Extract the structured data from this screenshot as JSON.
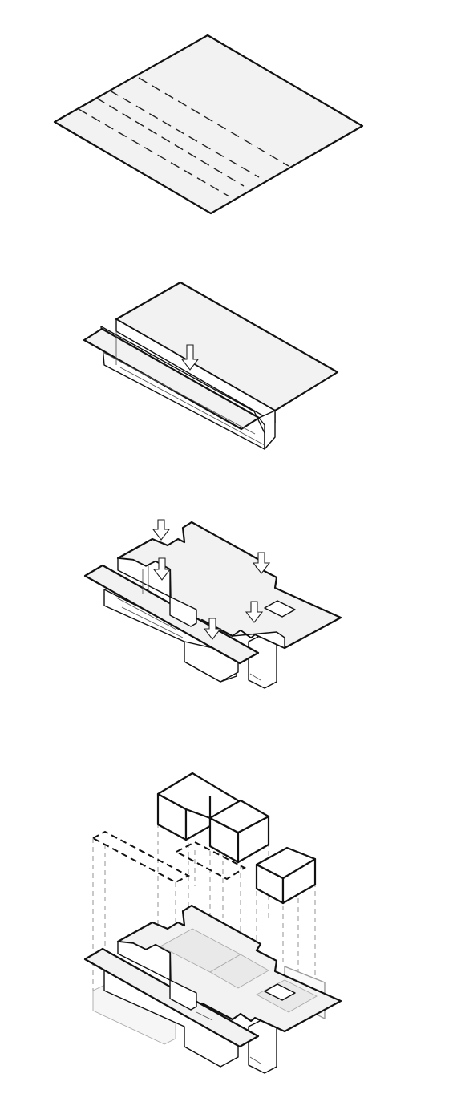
{
  "diagram": {
    "steps": [
      {
        "id": "step-1",
        "state": "site plane with parallel dashed lines"
      },
      {
        "id": "step-2",
        "state": "plane folded down along one edge",
        "arrows": 1
      },
      {
        "id": "step-3",
        "state": "plane carved with further depressions",
        "arrows": 5
      },
      {
        "id": "step-4",
        "state": "volumes and elevated slabs added above",
        "boxes": 3
      }
    ],
    "colors": {
      "stroke": "#111111",
      "fill": "#f2f2f2",
      "background": "#ffffff"
    }
  }
}
